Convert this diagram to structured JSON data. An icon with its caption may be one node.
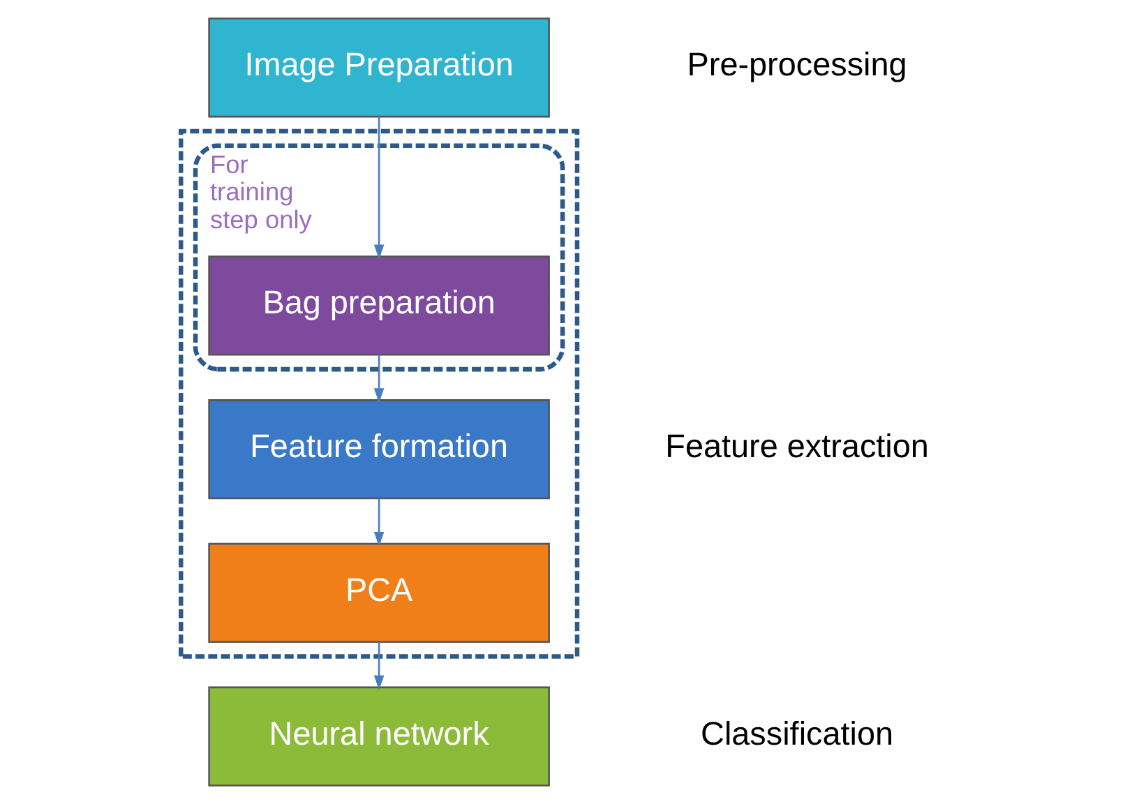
{
  "diagram": {
    "nodes": [
      {
        "text": [
          "Image Preparation"
        ]
      },
      {
        "text": [],
        "shape": "box"
      },
      {
        "text": [
          "For training step only"
        ],
        "in": 1
      },
      {
        "text": [
          "Bag preparation"
        ],
        "in": 2
      },
      {
        "text": [
          "Feature formation"
        ],
        "in": 1
      },
      {
        "text": [
          "PCA"
        ],
        "in": 1
      },
      {
        "text": [
          "Neural network"
        ]
      }
    ],
    "edges": [
      {
        "from": 0,
        "to": 3,
        "arrow": "to"
      },
      {
        "from": 3,
        "to": 4,
        "arrow": "to"
      },
      {
        "from": 4,
        "to": 5,
        "arrow": "to"
      },
      {
        "from": 5,
        "to": 6,
        "arrow": "to"
      }
    ],
    "labels": [
      "Pre-processing",
      "Feature extraction",
      "Classification"
    ]
  }
}
